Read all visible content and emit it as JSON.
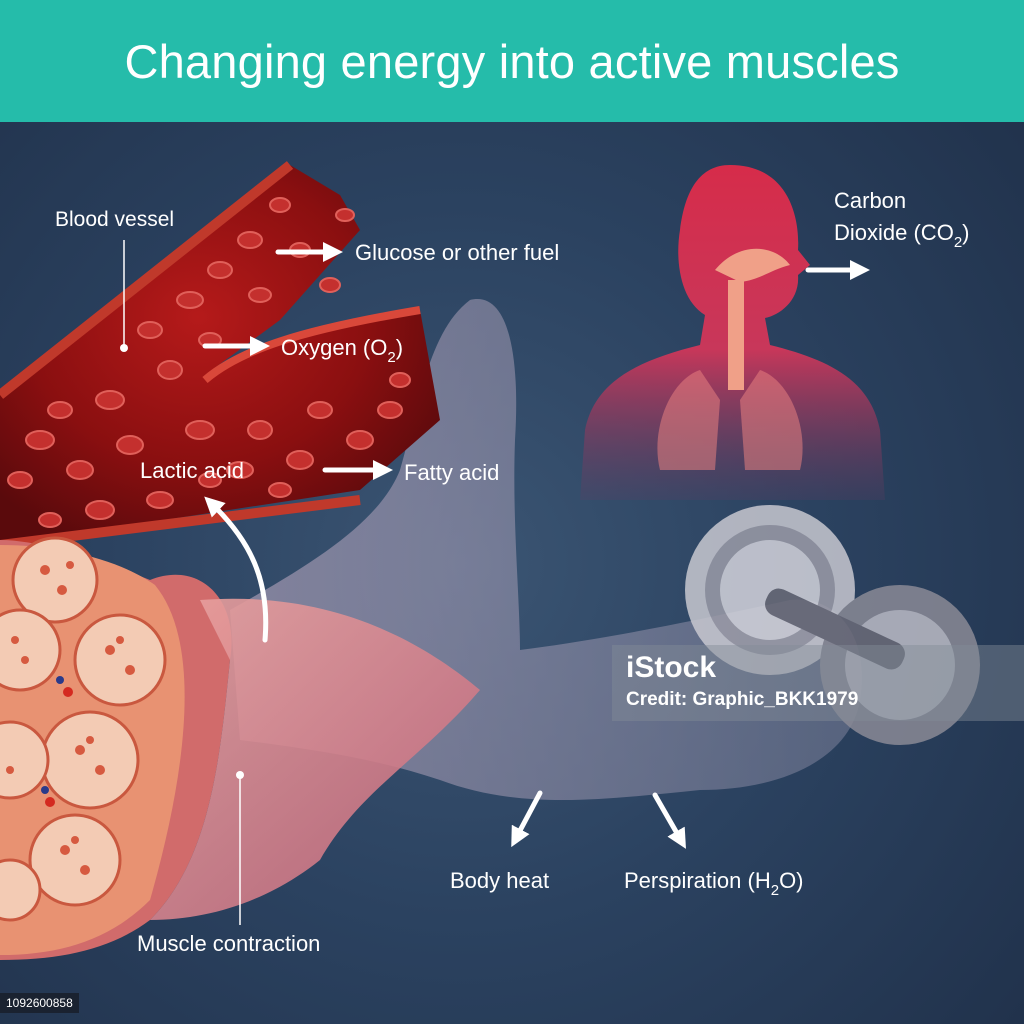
{
  "title": "Changing energy into active muscles",
  "labels": {
    "blood_vessel": "Blood vessel",
    "glucose": "Glucose or other fuel",
    "oxygen_main": "Oxygen (O",
    "oxygen_sub": "2",
    "oxygen_end": ")",
    "lactic_acid": "Lactic acid",
    "fatty_acid": "Fatty acid",
    "carbon_line1": "Carbon",
    "carbon_line2": "Dioxide (CO",
    "carbon_sub": "2",
    "carbon_end": ")",
    "muscle_contraction": "Muscle contraction",
    "body_heat": "Body heat",
    "perspiration_main": "Perspiration (H",
    "perspiration_sub": "2",
    "perspiration_end": "O)"
  },
  "watermark": {
    "logo": "iStock",
    "credit": "Credit: Graphic_BKK1979"
  },
  "image_id": "1092600858",
  "colors": {
    "header": "#25bcaa",
    "background": "#2b4260",
    "blood": "#8e1212",
    "body_silhouette": "#d8304e",
    "muscle": "#e38063"
  }
}
